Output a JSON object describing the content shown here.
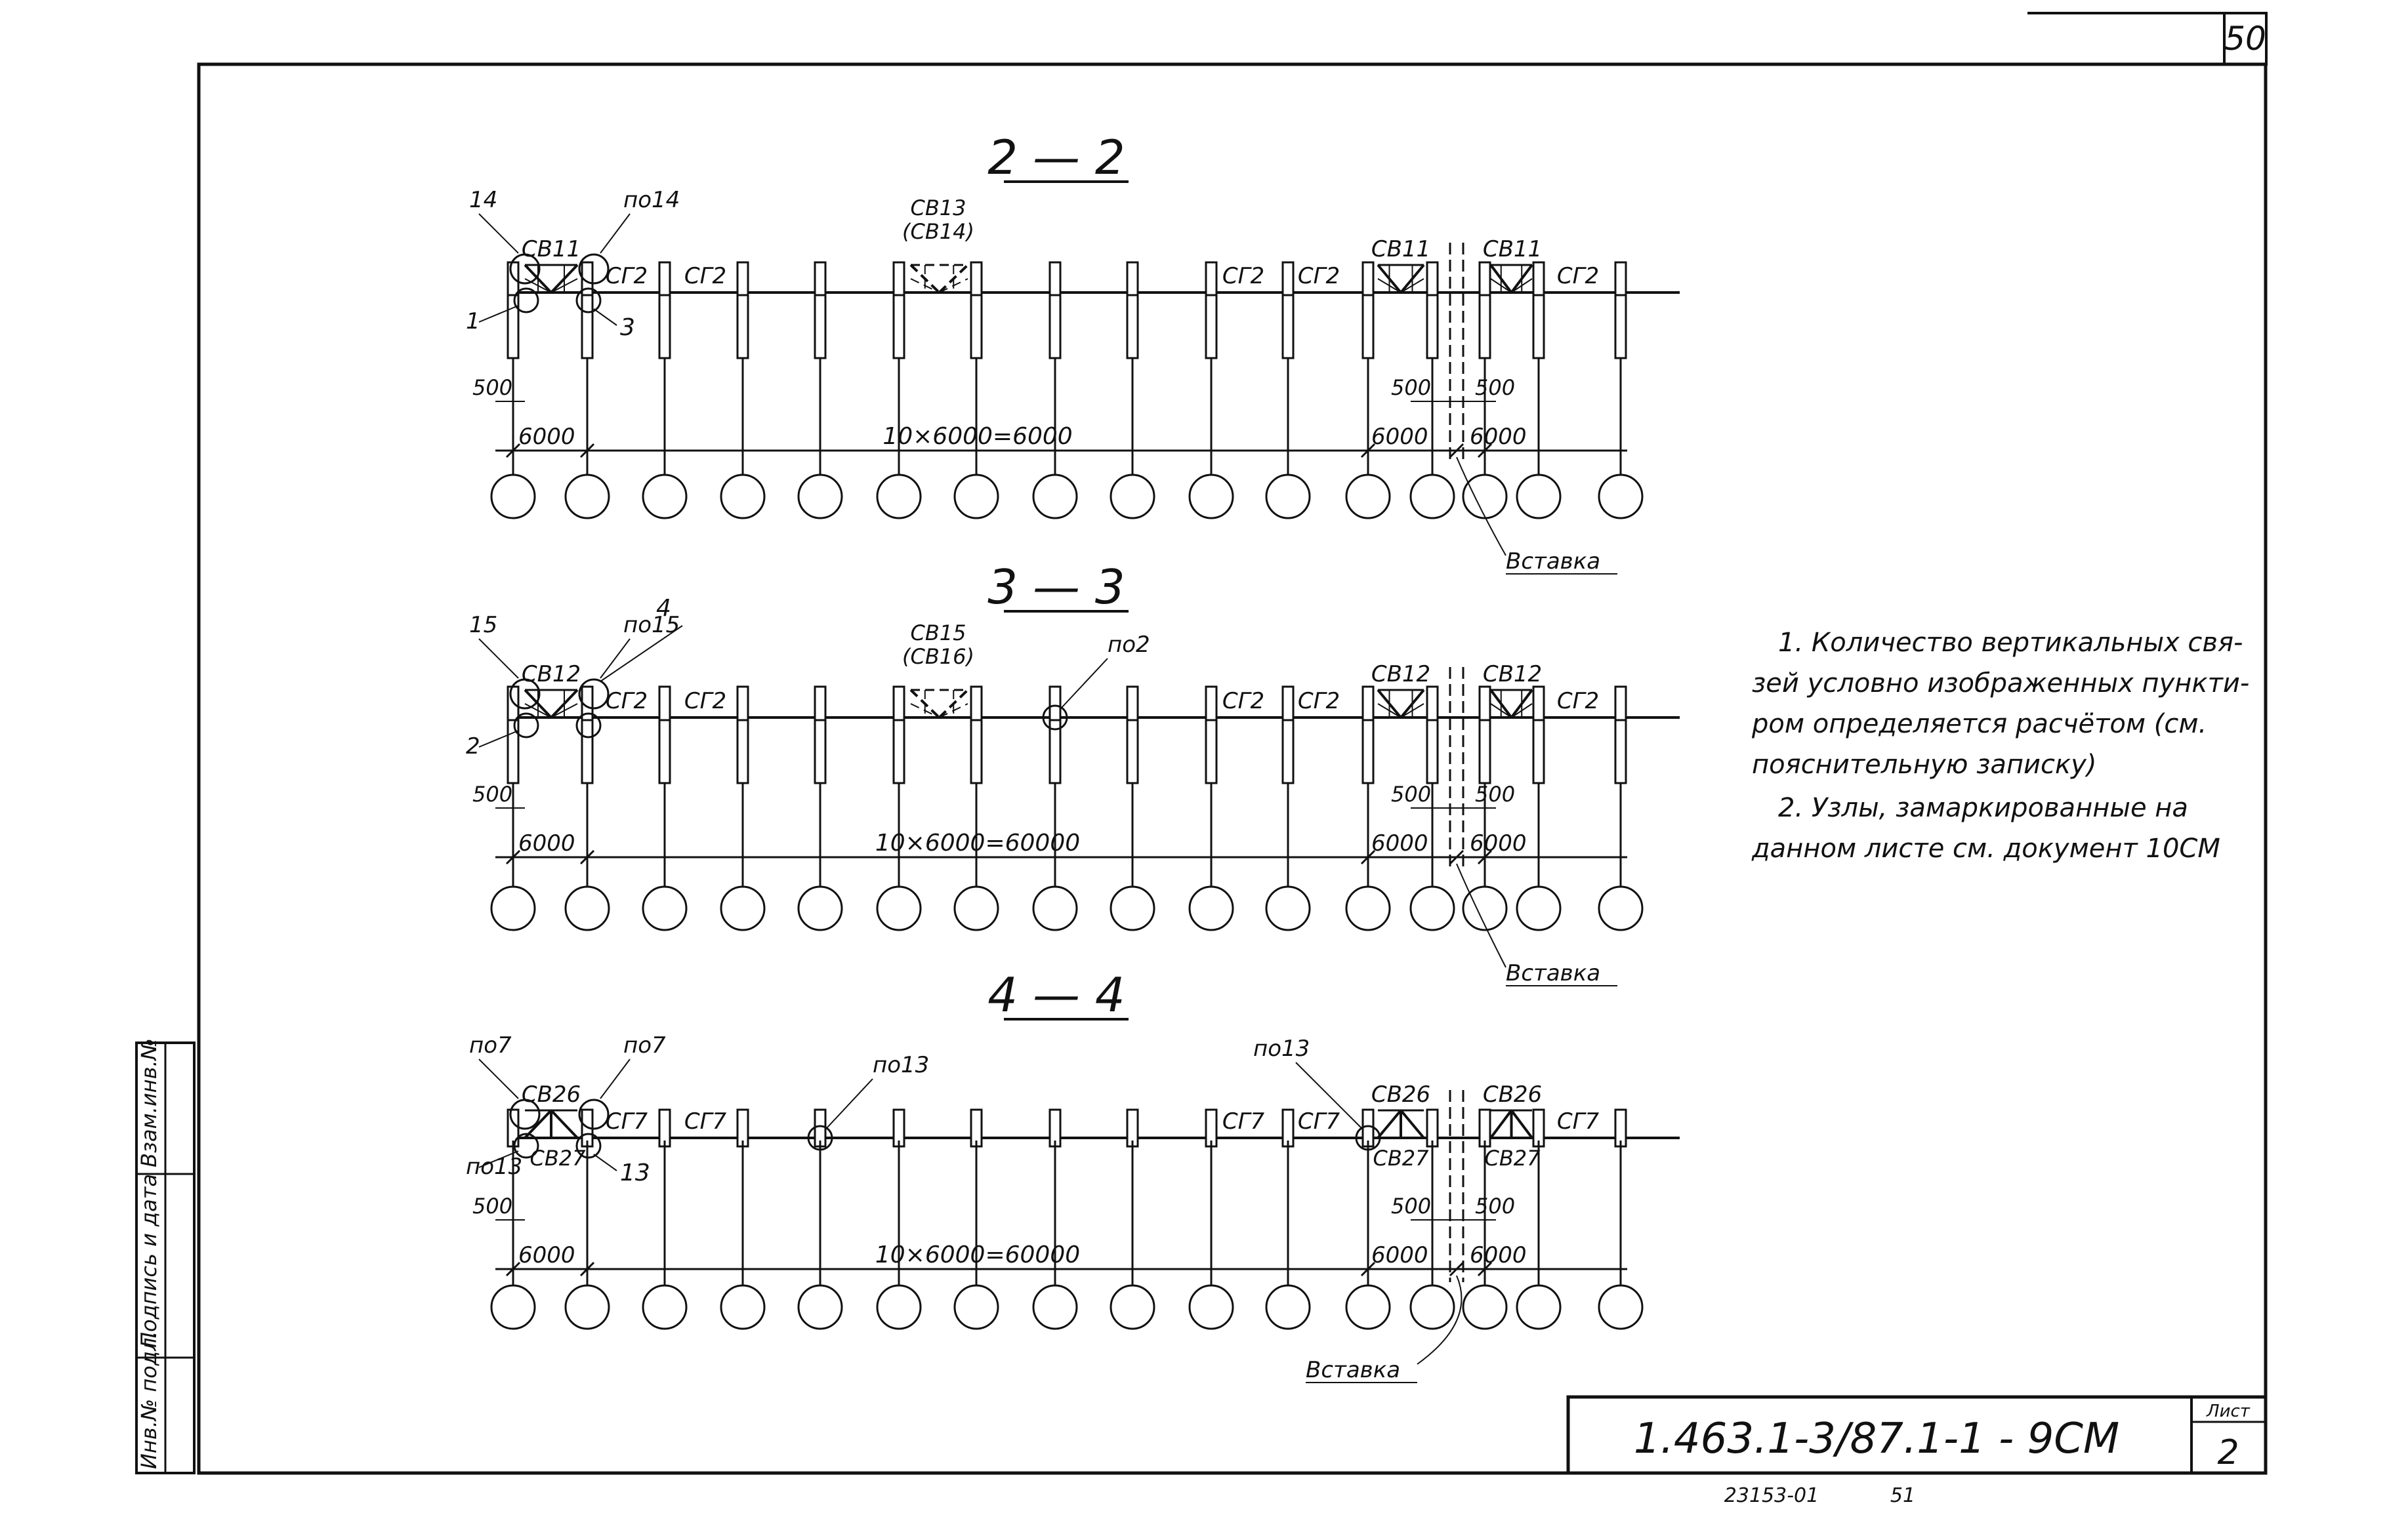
{
  "sheet": {
    "page_number": "50",
    "designation": "1.463.1-3/87.1-1 - 9СМ",
    "sheet_label": "Лист",
    "sheet_number": "2",
    "archive_number": "23153-01",
    "archive_page": "51"
  },
  "side_stamp": {
    "cells": [
      "Инв.№ подл.",
      "Подпись и дата",
      "Взам.инв.№"
    ]
  },
  "notes": {
    "lines": [
      "1. Количество вертикальных свя-",
      "зей условно изображенных пункти-",
      "ром определяется расчётом (см.",
      "пояснительную записку)",
      "2. Узлы, замаркированные на",
      "данном листе   см. документ 10СМ"
    ]
  },
  "sections": [
    {
      "id": "2-2",
      "title": "2 — 2",
      "brace_left": "СВ11",
      "brace_mid": "СВ13",
      "brace_mid_alt": "(СВ14)",
      "brace_right_a": "СВ11",
      "brace_right_b": "СВ11",
      "beam": "СГ2",
      "node_tl": "14",
      "node_tr": "по14",
      "node_bl": "1",
      "node_br": "3",
      "node_mid": "",
      "node_right": "",
      "left_offset": "500",
      "right_offset_a": "500",
      "right_offset_b": "500",
      "span_first": "6000",
      "span_total": "10×6000=6000",
      "span_right_a": "6000",
      "span_right_b": "6000",
      "insert_label": "Вставка",
      "brace_left_lower": "",
      "brace_right_lower_a": "",
      "brace_right_lower_b": ""
    },
    {
      "id": "3-3",
      "title": "3 — 3",
      "brace_left": "СВ12",
      "brace_mid": "СВ15",
      "brace_mid_alt": "(СВ16)",
      "brace_right_a": "СВ12",
      "brace_right_b": "СВ12",
      "beam": "СГ2",
      "node_tl": "15",
      "node_tr": "по15",
      "node_bl": "2",
      "node_br": "",
      "node_mid": "по2",
      "node_right": "",
      "node_extra": "4",
      "left_offset": "500",
      "right_offset_a": "500",
      "right_offset_b": "500",
      "span_first": "6000",
      "span_total": "10×6000=60000",
      "span_right_a": "6000",
      "span_right_b": "6000",
      "insert_label": "Вставка",
      "brace_left_lower": "",
      "brace_right_lower_a": "",
      "brace_right_lower_b": ""
    },
    {
      "id": "4-4",
      "title": "4 — 4",
      "brace_left": "СВ26",
      "brace_mid": "",
      "brace_mid_alt": "",
      "brace_right_a": "СВ26",
      "brace_right_b": "СВ26",
      "beam": "СГ7",
      "node_tl": "по7",
      "node_tr": "по7",
      "node_bl": "по13",
      "node_br": "13",
      "node_mid": "по13",
      "node_right": "по13",
      "left_offset": "500",
      "right_offset_a": "500",
      "right_offset_b": "500",
      "span_first": "6000",
      "span_total": "10×6000=60000",
      "span_right_a": "6000",
      "span_right_b": "6000",
      "insert_label": "Вставка",
      "brace_left_lower": "СВ27",
      "brace_right_lower_a": "СВ27",
      "brace_right_lower_b": "СВ27"
    }
  ]
}
